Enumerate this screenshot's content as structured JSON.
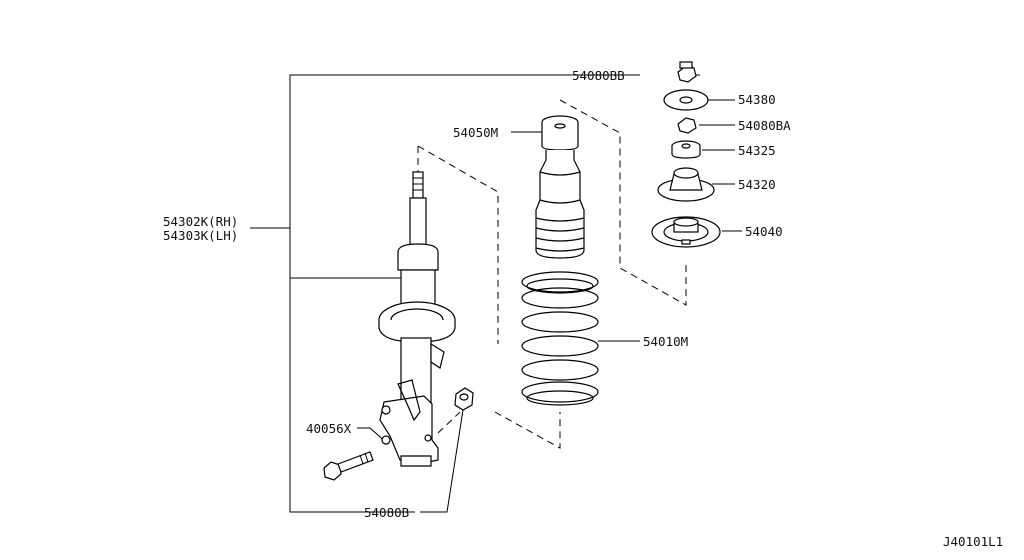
{
  "labels": {
    "bearing_nut_top": "54080BB",
    "washer": "54380",
    "nut": "54080BA",
    "bushing": "54325",
    "mount_insulator": "54320",
    "mount_bearing": "54040",
    "bound_bumper": "54050M",
    "coil_spring": "54010M",
    "strut_rh": "54302K(RH)",
    "strut_lh": "54303K(LH)",
    "bolt": "40056X",
    "nut_bottom": "54080B"
  },
  "diagram_id": "J40101L1"
}
